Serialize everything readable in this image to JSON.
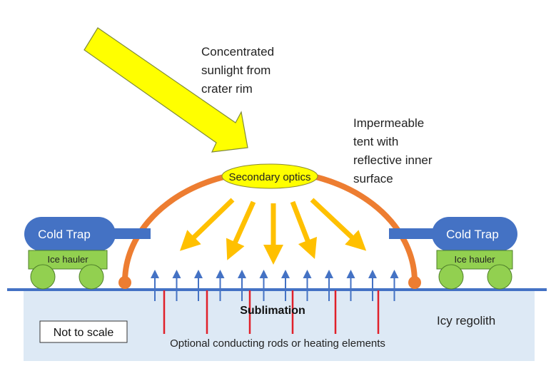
{
  "labels": {
    "sunlight": [
      "Concentrated",
      "sunlight from",
      "crater rim"
    ],
    "tent": [
      "Impermeable",
      "tent with",
      "reflective inner",
      "surface"
    ],
    "optics": "Secondary optics",
    "cold_trap_left": "Cold Trap",
    "cold_trap_right": "Cold Trap",
    "ice_hauler_left": "Ice hauler",
    "ice_hauler_right": "Ice hauler",
    "sublimation": "Sublimation",
    "regolith": "Icy regolith",
    "scale_note": "Not to scale",
    "rods": "Optional conducting rods or heating elements"
  },
  "colors": {
    "sun": "#ffff00",
    "tent": "#ed7d31",
    "light_rays": "#ffc000",
    "cold_trap": "#4472c4",
    "hauler": "#92d050",
    "rods": "#e0202a",
    "ice": "#dde9f5"
  }
}
